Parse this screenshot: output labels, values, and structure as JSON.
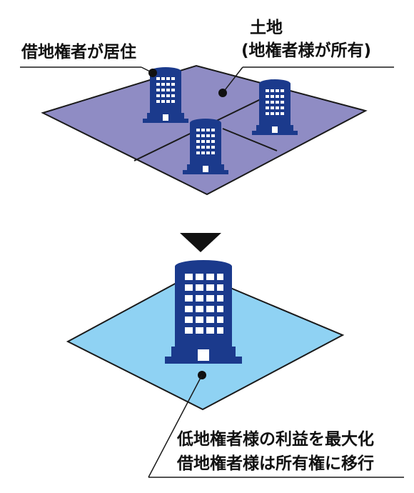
{
  "top_diagram": {
    "tenant_label": "借地権者が居住",
    "land_label_line1": "土地",
    "land_label_line2": "(地権者様が所有)",
    "land_color": "#8f8cc4",
    "building_color": "#1b3a8c"
  },
  "transition": {
    "arrow_icon": "down-triangle"
  },
  "bottom_diagram": {
    "result_line1": "低地権者様の利益を最大化",
    "result_line2": "借地権者様は所有権に移行",
    "land_color": "#8fd2f3",
    "building_color": "#1b3a8c"
  }
}
